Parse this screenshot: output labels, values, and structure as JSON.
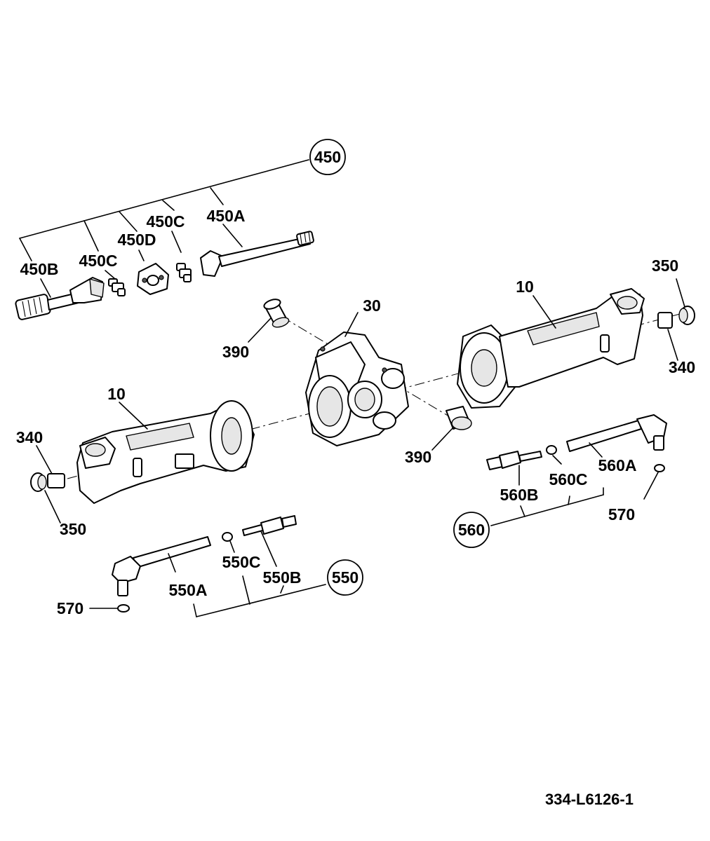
{
  "labels": {
    "l450": "450",
    "l450A": "450A",
    "l450B": "450B",
    "l450C_top": "450C",
    "l450C_low": "450C",
    "l450D": "450D",
    "l10_right": "10",
    "l10_left": "10",
    "l30": "30",
    "l350_right": "350",
    "l350_left": "350",
    "l340_right": "340",
    "l340_left": "340",
    "l390_upper": "390",
    "l390_lower": "390",
    "l560": "560",
    "l560A": "560A",
    "l560B": "560B",
    "l560C": "560C",
    "l570_right": "570",
    "l570_left": "570",
    "l550": "550",
    "l550A": "550A",
    "l550B": "550B",
    "l550C": "550C"
  },
  "figure_code": "334-L6126-1"
}
